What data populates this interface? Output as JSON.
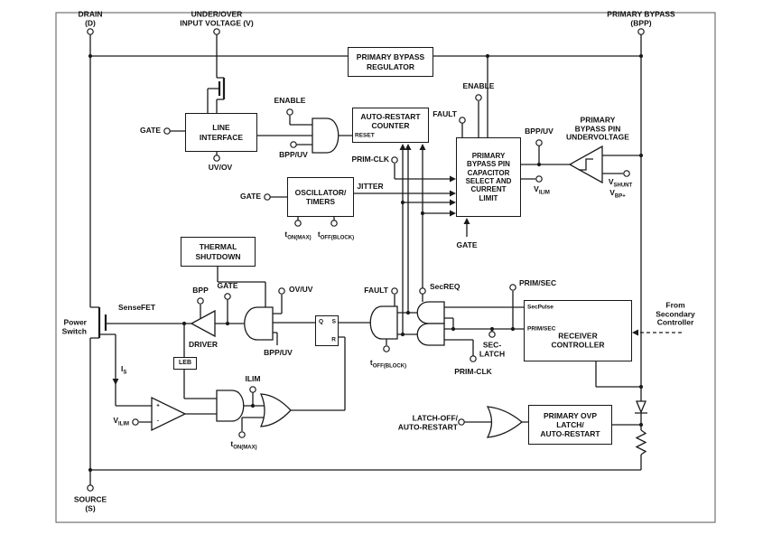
{
  "pins": {
    "drain": "DRAIN\n(D)",
    "input_voltage": "UNDER/OVER\nINPUT VOLTAGE (V)",
    "primary_bypass": "PRIMARY BYPASS\n(BPP)",
    "source": "SOURCE\n(S)"
  },
  "blocks": {
    "primary_bypass_regulator": "PRIMARY BYPASS\nREGULATOR",
    "line_interface": "LINE\nINTERFACE",
    "auto_restart_counter": "AUTO-RESTART\nCOUNTER",
    "reset": "RESET",
    "bypass_cap_select": "PRIMARY\nBYPASS PIN\nCAPACITOR\nSELECT AND\nCURRENT\nLIMIT",
    "bypass_undervoltage": "PRIMARY\nBYPASS PIN\nUNDERVOLTAGE",
    "oscillator_timers": "OSCILLATOR/\nTIMERS",
    "thermal_shutdown": "THERMAL\nSHUTDOWN",
    "receiver_controller": "RECEIVER\nCONTROLLER",
    "receiver_secpulse": "SecPulse",
    "receiver_primsec": "PRIM/SEC",
    "primary_ovp": "PRIMARY OVP\nLATCH/\nAUTO-RESTART",
    "driver": "DRIVER",
    "leb": "LEB",
    "latch_s": "S",
    "latch_r": "R",
    "latch_q": "Q"
  },
  "signals": {
    "gate": "GATE",
    "enable": "ENABLE",
    "bpp_uv": "BPP/UV",
    "uv_ov": "UV/OV",
    "fault": "FAULT",
    "prim_clk": "PRIM-CLK",
    "jitter": "JITTER",
    "sec_req": "SecREQ",
    "prim_sec": "PRIM/SEC",
    "sec_latch": "SEC-\nLATCH",
    "ilim": "ILIM",
    "ov_uv": "OV/UV",
    "bpp": "BPP",
    "latch_off": "LATCH-OFF/\nAUTO-RESTART",
    "power_switch": "Power\nSwitch",
    "sensefet": "SenseFET",
    "from_secondary": "From\nSecondary\nController",
    "plus": "+",
    "minus": "-"
  },
  "sub_labels": {
    "ton_max": {
      "pre": "t",
      "sub": "ON(MAX)"
    },
    "toff_block": {
      "pre": "t",
      "sub": "OFF(BLOCK)"
    },
    "v_ilim": {
      "pre": "V",
      "sub": "ILIM"
    },
    "v_shunt": {
      "pre": "V",
      "sub": "SHUNT"
    },
    "v_bp": {
      "pre": "V",
      "sub": "BP+"
    },
    "i_s": {
      "pre": "I",
      "sub": "S"
    }
  },
  "colors": {
    "wire": "#1a1a1a",
    "background": "#ffffff"
  }
}
